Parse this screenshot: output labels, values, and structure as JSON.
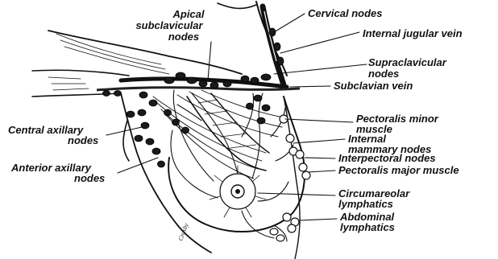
{
  "figure": {
    "labels": {
      "cervical": "Cervical nodes",
      "internal_jugular": "Internal jugular vein",
      "apical_1": "Apical",
      "apical_2": "subclavicular",
      "apical_3": "nodes",
      "supraclavicular_1": "Supraclavicular",
      "supraclavicular_2": "nodes",
      "subclavian": "Subclavian vein",
      "pect_minor_1": "Pectoralis minor",
      "pect_minor_2": "muscle",
      "internal_mammary_1": "Internal",
      "internal_mammary_2": "mammary nodes",
      "interpectoral": "Interpectoral nodes",
      "pect_major": "Pectoralis major muscle",
      "circumareolar_1": "Circumareolar",
      "circumareolar_2": "lymphatics",
      "abdominal_1": "Abdominal",
      "abdominal_2": "lymphatics",
      "central_axillary_1": "Central axillary",
      "central_axillary_2": "nodes",
      "anterior_axillary_1": "Anterior axillary",
      "anterior_axillary_2": "nodes"
    },
    "signature": "Crosby"
  }
}
